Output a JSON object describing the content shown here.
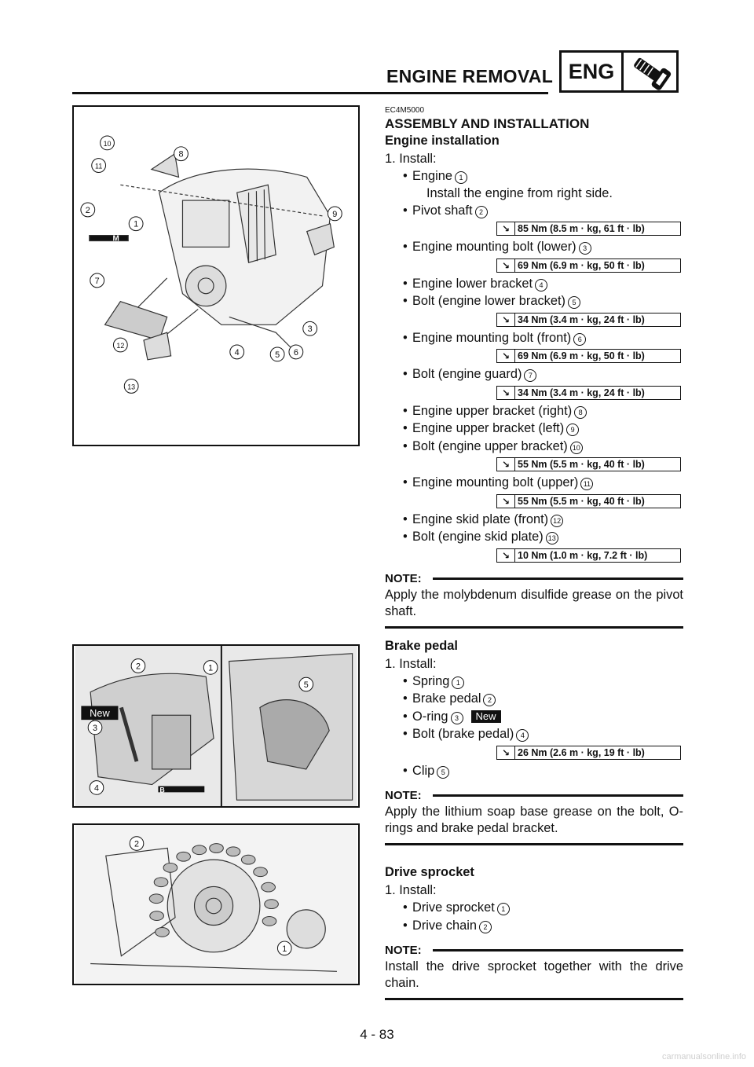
{
  "header": {
    "title": "ENGINE REMOVAL",
    "badge": "ENG",
    "icon": "wrench-icon"
  },
  "section": {
    "code": "EC4M5000",
    "title": "ASSEMBLY AND INSTALLATION",
    "engine": {
      "heading": "Engine installation",
      "step": "1. Install:",
      "items": [
        {
          "label": "Engine",
          "num": "1",
          "sub": "Install the engine from right side."
        },
        {
          "label": "Pivot shaft",
          "num": "2",
          "torque": "85 Nm (8.5 m · kg, 61 ft · lb)"
        },
        {
          "label": "Engine mounting bolt (lower)",
          "num": "3",
          "torque": "69 Nm (6.9 m · kg, 50 ft · lb)"
        },
        {
          "label": "Engine lower bracket",
          "num": "4"
        },
        {
          "label": "Bolt (engine lower bracket)",
          "num": "5",
          "torque": "34 Nm (3.4 m · kg, 24 ft · lb)"
        },
        {
          "label": "Engine mounting bolt (front)",
          "num": "6",
          "torque": "69 Nm (6.9 m · kg, 50 ft · lb)"
        },
        {
          "label": "Bolt (engine guard)",
          "num": "7",
          "torque": "34 Nm (3.4 m · kg, 24 ft · lb)"
        },
        {
          "label": "Engine upper bracket (right)",
          "num": "8"
        },
        {
          "label": "Engine upper bracket (left)",
          "num": "9"
        },
        {
          "label": "Bolt (engine upper bracket)",
          "num": "10",
          "torque": "55 Nm (5.5 m · kg, 40 ft · lb)"
        },
        {
          "label": "Engine mounting bolt (upper)",
          "num": "11",
          "torque": "55 Nm (5.5 m · kg, 40 ft · lb)"
        },
        {
          "label": "Engine skid plate (front)",
          "num": "12"
        },
        {
          "label": "Bolt (engine skid plate)",
          "num": "13",
          "torque": "10 Nm (1.0 m · kg, 7.2 ft · lb)"
        }
      ],
      "note_label": "NOTE:",
      "note": "Apply the molybdenum disulfide grease on the pivot shaft."
    },
    "brake": {
      "heading": "Brake pedal",
      "step": "1. Install:",
      "items": [
        {
          "label": "Spring",
          "num": "1"
        },
        {
          "label": "Brake pedal",
          "num": "2"
        },
        {
          "label": "O-ring",
          "num": "3",
          "new": "New"
        },
        {
          "label": "Bolt (brake pedal)",
          "num": "4",
          "torque": "26 Nm (2.6 m · kg, 19 ft · lb)"
        },
        {
          "label": "Clip",
          "num": "5"
        }
      ],
      "note_label": "NOTE:",
      "note": "Apply the lithium soap base grease on the bolt, O-rings and brake pedal bracket."
    },
    "sprocket": {
      "heading": "Drive sprocket",
      "step": "1. Install:",
      "items": [
        {
          "label": "Drive sprocket",
          "num": "1"
        },
        {
          "label": "Drive chain",
          "num": "2"
        }
      ],
      "note_label": "NOTE:",
      "note": "Install the drive sprocket together with the drive chain."
    }
  },
  "figures": {
    "engine": {
      "callouts": [
        "1",
        "2",
        "3",
        "4",
        "5",
        "6",
        "7",
        "8",
        "9",
        "10",
        "11",
        "12",
        "13"
      ],
      "grease_mark": "M"
    },
    "brake": {
      "callouts": [
        "1",
        "2",
        "3",
        "4",
        "5"
      ],
      "new_tag": "New",
      "grease_mark": "B"
    },
    "sprocket": {
      "callouts": [
        "1",
        "2"
      ]
    }
  },
  "footer": {
    "page_number": "4 - 83",
    "watermark": "carmanualsonline.info"
  }
}
